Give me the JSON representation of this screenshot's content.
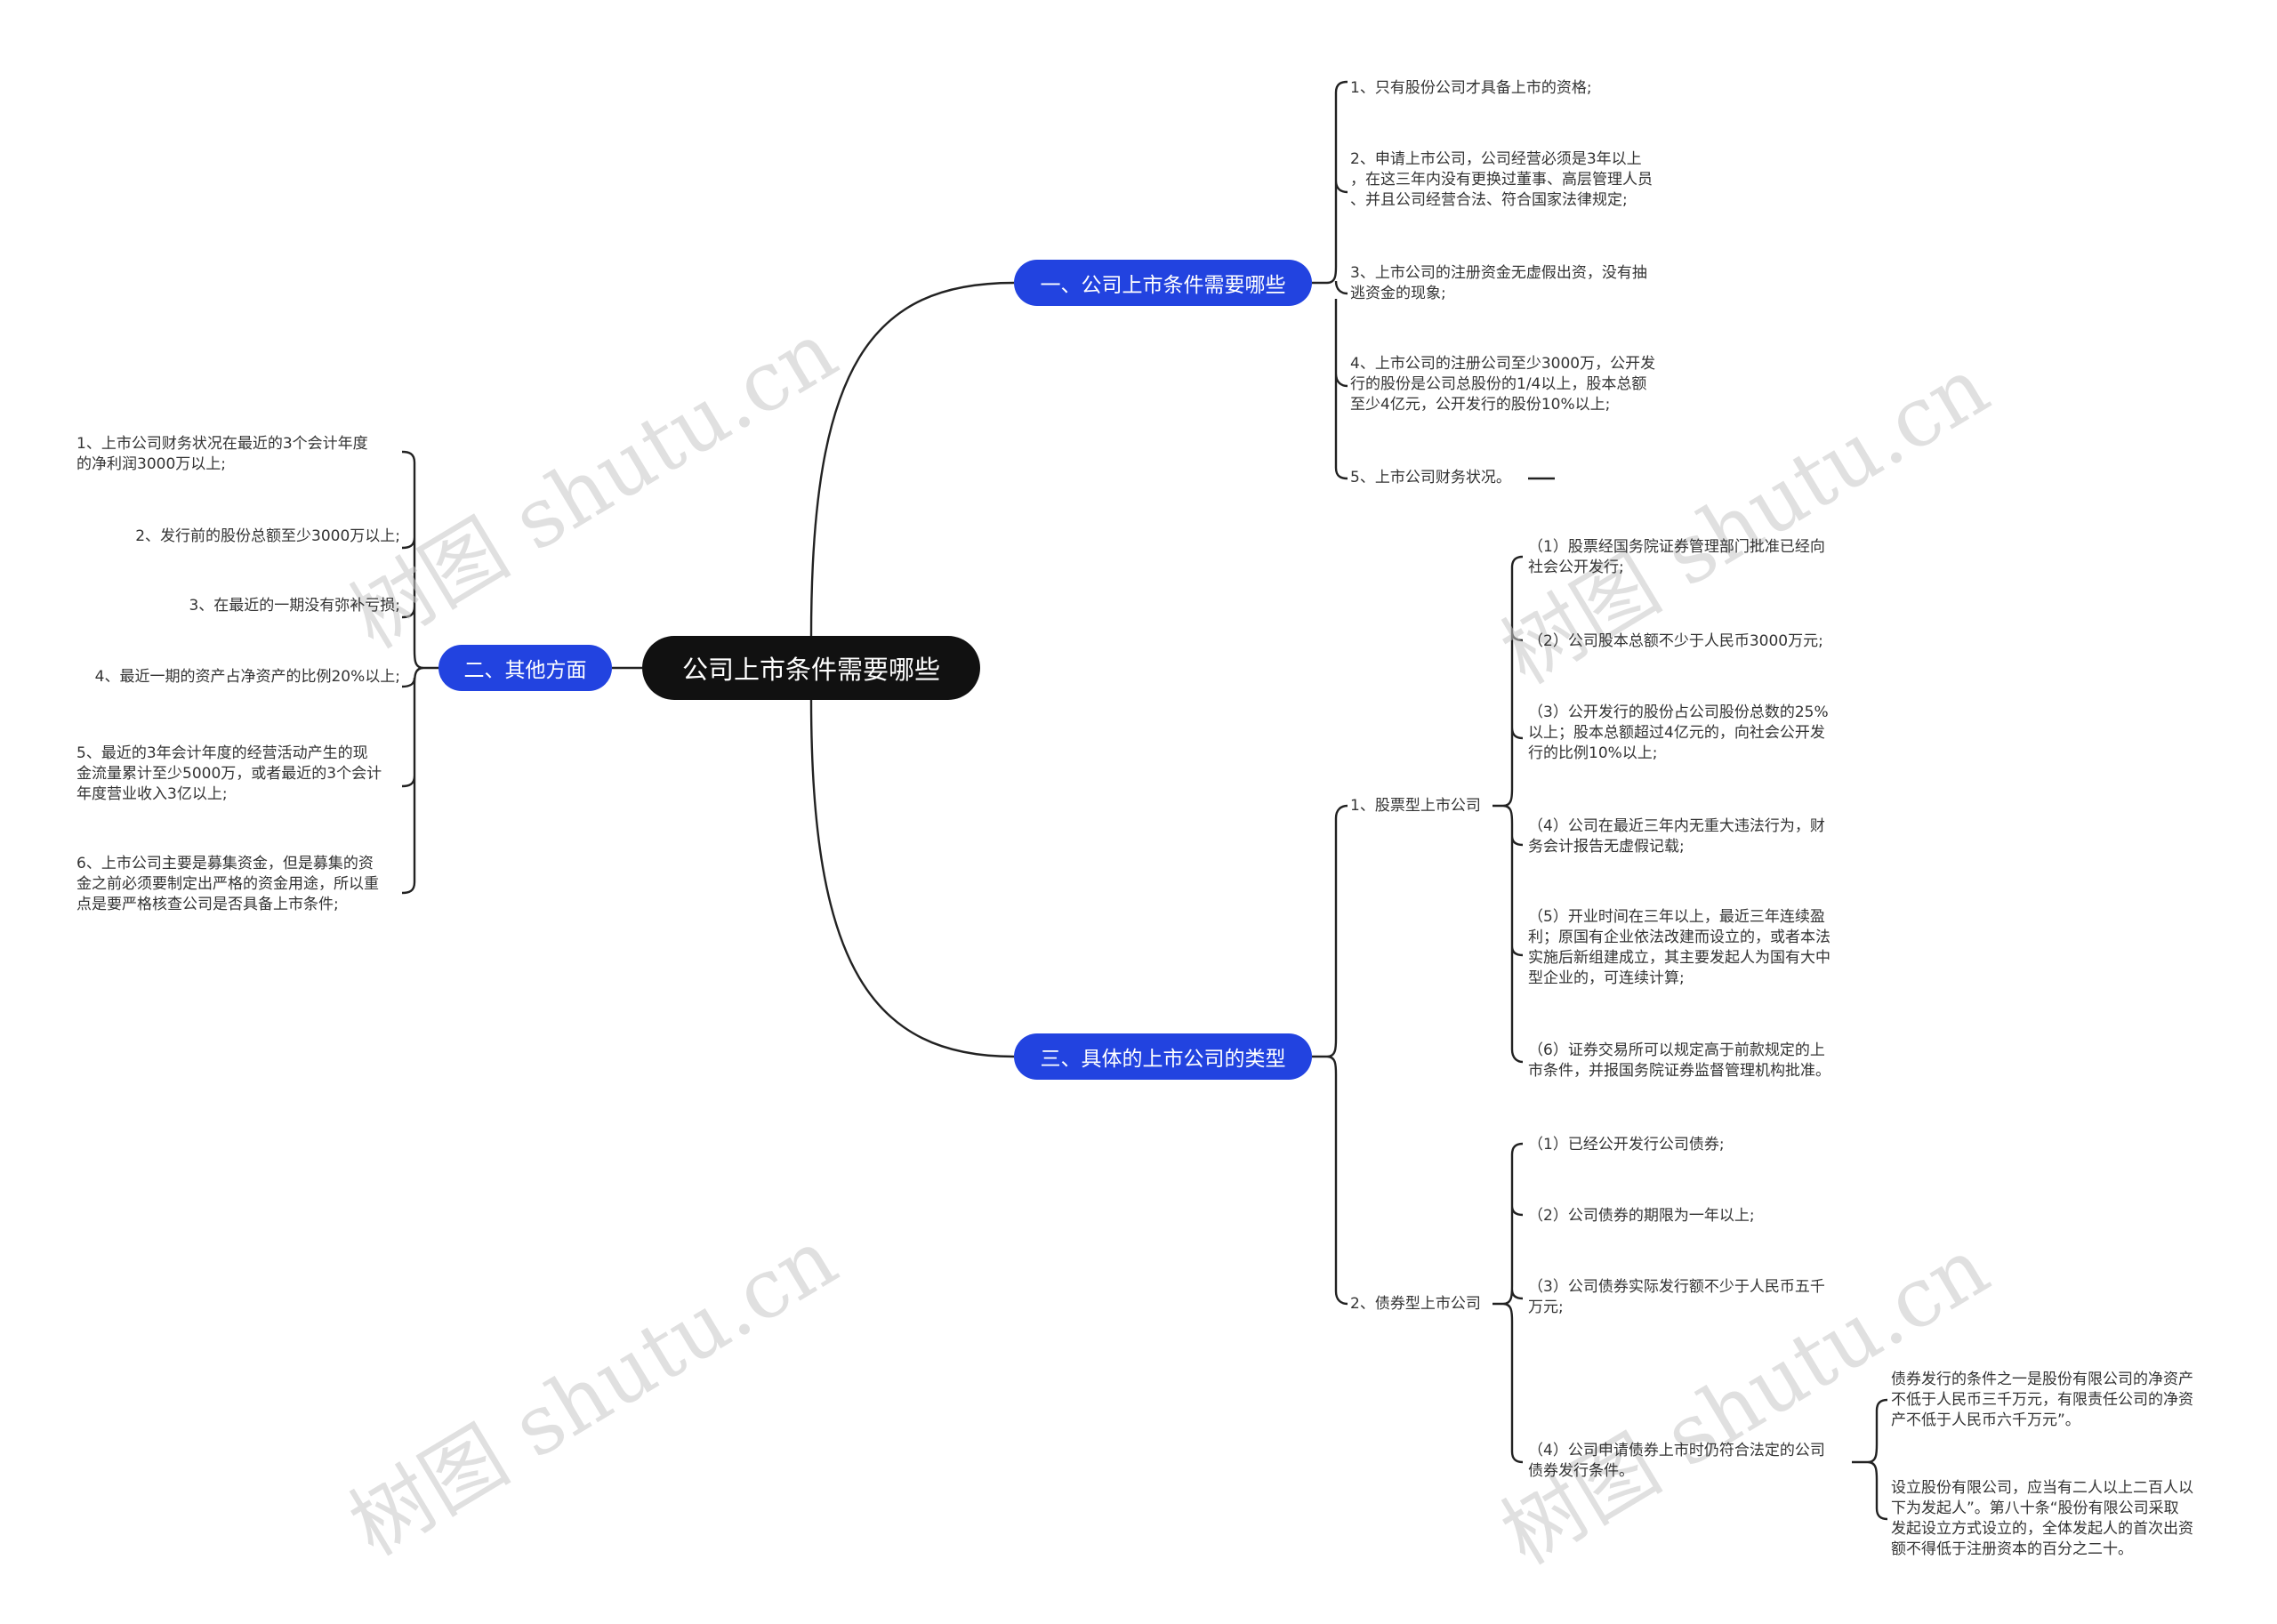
{
  "root": {
    "label": "公司上市条件需要哪些"
  },
  "branches": {
    "b1": {
      "label": "一、公司上市条件需要哪些",
      "items": [
        [
          "1、只有股份公司才具备上市的资格;"
        ],
        [
          "2、申请上市公司，公司经营必须是3年以上",
          "，在这三年内没有更换过董事、高层管理人员",
          "、并且公司经营合法、符合国家法律规定;"
        ],
        [
          "3、上市公司的注册资金无虚假出资，没有抽",
          "逃资金的现象;"
        ],
        [
          "4、上市公司的注册公司至少3000万，公开发",
          "行的股份是公司总股份的1/4以上，股本总额",
          "至少4亿元，公开发行的股份10%以上;"
        ],
        [
          "5、上市公司财务状况。"
        ]
      ]
    },
    "b2": {
      "label": "二、其他方面",
      "items": [
        [
          "1、上市公司财务状况在最近的3个会计年度",
          "的净利润3000万以上;"
        ],
        [
          "2、发行前的股份总额至少3000万以上;"
        ],
        [
          "3、在最近的一期没有弥补亏损;"
        ],
        [
          "4、最近一期的资产占净资产的比例20%以上;"
        ],
        [
          "5、最近的3年会计年度的经营活动产生的现",
          "金流量累计至少5000万，或者最近的3个会计",
          "年度营业收入3亿以上;"
        ],
        [
          "6、上市公司主要是募集资金，但是募集的资",
          "金之前必须要制定出严格的资金用途，所以重",
          "点是要严格核查公司是否具备上市条件;"
        ]
      ]
    },
    "b3": {
      "label": "三、具体的上市公司的类型",
      "subs": [
        {
          "label": "1、股票型上市公司",
          "items": [
            [
              "（1）股票经国务院证券管理部门批准已经向",
              "社会公开发行;"
            ],
            [
              "（2）公司股本总额不少于人民币3000万元;"
            ],
            [
              "（3）公开发行的股份占公司股份总数的25%",
              "以上；股本总额超过4亿元的，向社会公开发",
              "行的比例10%以上;"
            ],
            [
              "（4）公司在最近三年内无重大违法行为，财",
              "务会计报告无虚假记载;"
            ],
            [
              "（5）开业时间在三年以上，最近三年连续盈",
              "利；原国有企业依法改建而设立的，或者本法",
              "实施后新组建成立，其主要发起人为国有大中",
              "型企业的，可连续计算;"
            ],
            [
              "（6）证券交易所可以规定高于前款规定的上",
              "市条件，并报国务院证券监督管理机构批准。"
            ]
          ]
        },
        {
          "label": "2、债券型上市公司",
          "items": [
            [
              "（1）已经公开发行公司债券;"
            ],
            [
              "（2）公司债券的期限为一年以上;"
            ],
            [
              "（3）公司债券实际发行额不少于人民币五千",
              "万元;"
            ],
            [
              "（4）公司申请债券上市时仍符合法定的公司",
              "债券发行条件。"
            ]
          ],
          "notes": [
            [
              "债券发行的条件之一是股份有限公司的净资产",
              "不低于人民币三千万元，有限责任公司的净资",
              "产不低于人民币六千万元”。"
            ],
            [
              "设立股份有限公司，应当有二人以上二百人以",
              "下为发起人”。第八十条“股份有限公司采取",
              "发起设立方式设立的，全体发起人的首次出资",
              "额不得低于注册资本的百分之二十。"
            ]
          ]
        }
      ]
    }
  },
  "watermark": "树图 shutu.cn",
  "colors": {
    "root_bg": "#111111",
    "branch_bg": "#2243e0",
    "line": "#222222",
    "text": "#333333"
  }
}
